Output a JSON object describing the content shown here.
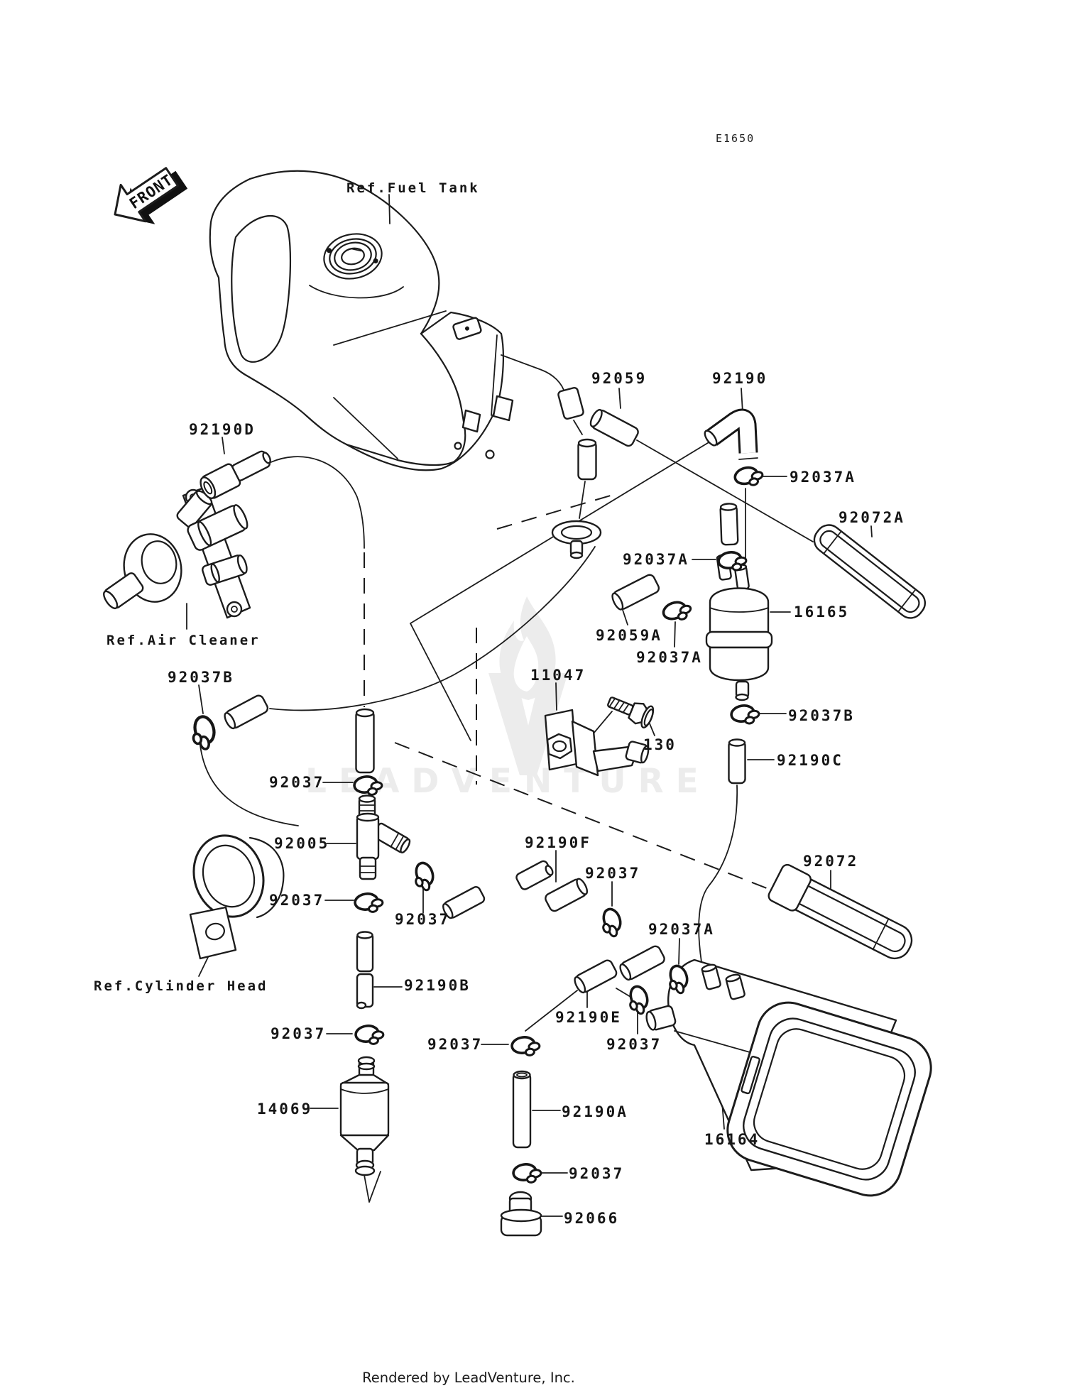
{
  "page": {
    "code": "E1650",
    "footer": "Rendered by LeadVenture, Inc.",
    "watermark": "LEADVENTURE"
  },
  "part_labels": [
    {
      "id": "diagram-code",
      "text": "E1650"
    },
    {
      "id": "ref-fuel-tank",
      "text": "Ref.Fuel Tank"
    },
    {
      "id": "front-arrow",
      "text": "FRONT"
    },
    {
      "id": "hose-92059",
      "text": "92059"
    },
    {
      "id": "hose-92190",
      "text": "92190"
    },
    {
      "id": "clamp-92037a-elbow",
      "text": "92037A"
    },
    {
      "id": "strap-92072a",
      "text": "92072A"
    },
    {
      "id": "clamp-92037a-filter-top",
      "text": "92037A"
    },
    {
      "id": "fuel-filter-16165",
      "text": "16165"
    },
    {
      "id": "hose-92059a",
      "text": "92059A"
    },
    {
      "id": "clamp-92037a-mid",
      "text": "92037A"
    },
    {
      "id": "clamp-92037b-left",
      "text": "92037B"
    },
    {
      "id": "ref-air-cleaner",
      "text": "Ref.Air Cleaner"
    },
    {
      "id": "hose-92190d",
      "text": "92190D"
    },
    {
      "id": "bracket-11047",
      "text": "11047"
    },
    {
      "id": "bolt-130",
      "text": "130"
    },
    {
      "id": "clamp-92037b-filter-bottom",
      "text": "92037B"
    },
    {
      "id": "hose-92190c",
      "text": "92190C"
    },
    {
      "id": "clamp-92037-1",
      "text": "92037"
    },
    {
      "id": "fitting-92005",
      "text": "92005"
    },
    {
      "id": "clamp-92037-2",
      "text": "92037"
    },
    {
      "id": "hose-92190f",
      "text": "92190F"
    },
    {
      "id": "clamp-92037-3",
      "text": "92037"
    },
    {
      "id": "clamp-92037a-canister",
      "text": "92037A"
    },
    {
      "id": "strap-92072",
      "text": "92072"
    },
    {
      "id": "clamp-92037-4",
      "text": "92037"
    },
    {
      "id": "ref-cylinder-head",
      "text": "Ref.Cylinder Head"
    },
    {
      "id": "hose-92190b",
      "text": "92190B"
    },
    {
      "id": "hose-92190e",
      "text": "92190E"
    },
    {
      "id": "clamp-92037-5",
      "text": "92037"
    },
    {
      "id": "clamp-92037-6",
      "text": "92037"
    },
    {
      "id": "clamp-92037-7",
      "text": "92037"
    },
    {
      "id": "fuel-filter-14069",
      "text": "14069"
    },
    {
      "id": "hose-92190a",
      "text": "92190A"
    },
    {
      "id": "canister-16164",
      "text": "16164"
    },
    {
      "id": "clamp-92037-8",
      "text": "92037"
    },
    {
      "id": "plug-92066",
      "text": "92066"
    }
  ]
}
